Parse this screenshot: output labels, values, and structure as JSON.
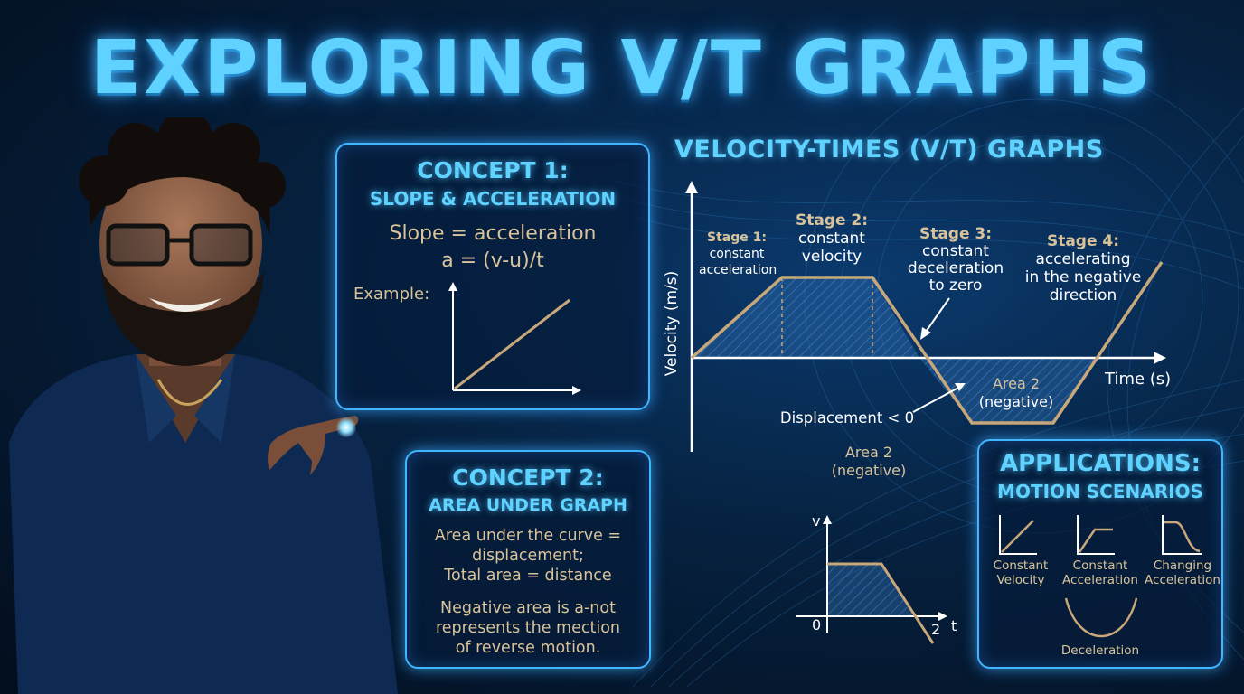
{
  "header": {
    "title": "EXPLORING V/T GRAPHS"
  },
  "concept1": {
    "title": "CONCEPT 1:",
    "subtitle": "SLOPE & ACCELERATION",
    "formula_line1": "Slope = acceleration",
    "formula_line2": "a = (v-u)/t",
    "example_label": "Example:"
  },
  "concept2": {
    "title": "CONCEPT 2:",
    "subtitle": "AREA UNDER GRAPH",
    "body_line1": "Area under the curve =",
    "body_line2": "displacement;",
    "body_line3": "Total area = distance",
    "body_line4": "Negative area is a-not",
    "body_line5": "represents the mection",
    "body_line6": "of reverse motion."
  },
  "main_graph": {
    "title": "VELOCITY-TIMES (V/T) GRAPHS",
    "y_axis_label": "Velocity (m/s)",
    "x_axis_label": "Time (s)",
    "stage1_head": "Stage 1:",
    "stage1_line1": "constant",
    "stage1_line2": "acceleration",
    "stage2_head": "Stage 2:",
    "stage2_line1": "constant",
    "stage2_line2": "velocity",
    "stage3_head": "Stage 3:",
    "stage3_line1": "constant",
    "stage3_line2": "deceleration",
    "stage3_line3": "to zero",
    "stage4_head": "Stage 4:",
    "stage4_line1": "accelerating",
    "stage4_line2": "in the negative",
    "stage4_line3": "direction",
    "area2_line1": "Area 2",
    "area2_line2": "(negative)",
    "displacement_note": "Displacement < 0",
    "area2b_line1": "Area 2",
    "area2b_line2": "(negative)",
    "line_color": "#c8a87a",
    "fill_color": "#2a6bb0"
  },
  "mini_graph": {
    "y_label": "v",
    "x_label": "t",
    "origin_label": "0",
    "tick_label": "2"
  },
  "applications": {
    "title": "APPLICATIONS:",
    "subtitle": "MOTION SCENARIOS",
    "item1_line1": "Constant",
    "item1_line2": "Velocity",
    "item2_line1": "Constant",
    "item2_line2": "Acceleration",
    "item3_line1": "Changing",
    "item3_line2": "Acceleration",
    "item4": "Deceleration"
  },
  "colors": {
    "accent": "#5fd2ff",
    "panel_border": "#3fb6ff",
    "text_gold": "#d9c39a"
  }
}
